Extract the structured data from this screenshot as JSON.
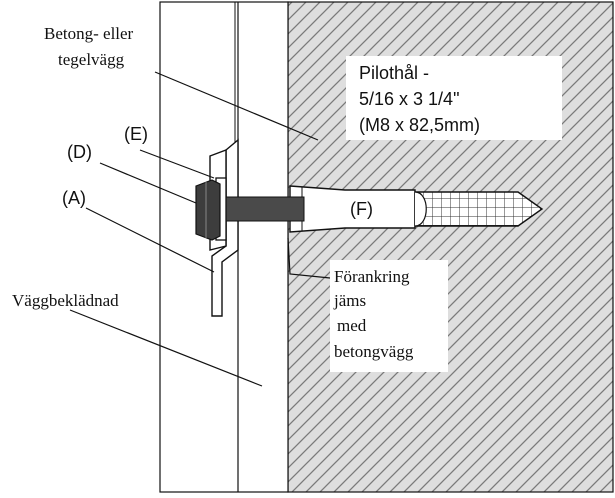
{
  "labels": {
    "wall_type_line1": "Betong- eller",
    "wall_type_line2": "tegelvägg",
    "pilot_line1": "Pilothål -",
    "pilot_line2": "5/16 x 3 1/4\"",
    "pilot_line3": "(M8 x 82,5mm)",
    "part_e": "(E)",
    "part_d": "(D)",
    "part_a": "(A)",
    "part_f": "(F)",
    "wall_cladding": "Väggbeklädnad",
    "anchor_line1": "Förankring",
    "anchor_line2": "jäms",
    "anchor_line3": "med",
    "anchor_line4": "betongvägg"
  },
  "colors": {
    "line": "#111111",
    "concrete_fill": "#dedede",
    "hatch": "#777777",
    "bolt": "#4a4a4a",
    "paper": "#ffffff"
  }
}
